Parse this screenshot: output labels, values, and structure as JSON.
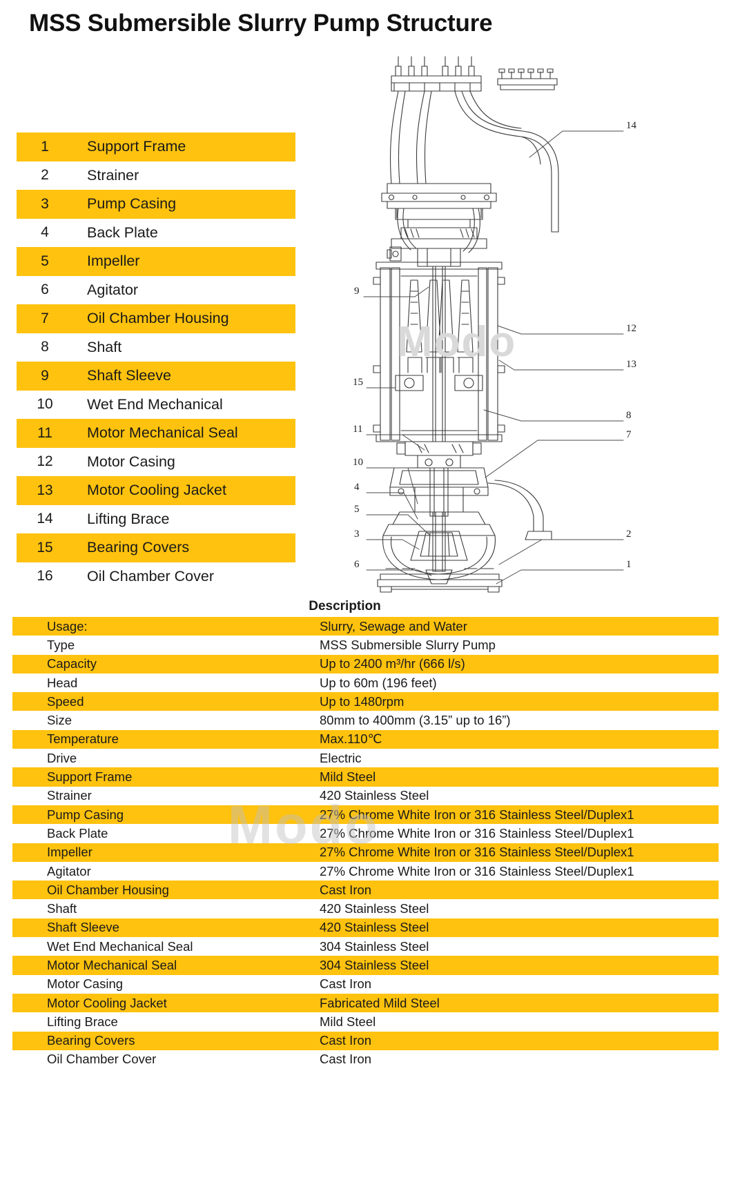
{
  "title": "MSS Submersible Slurry Pump Structure",
  "watermark": "Modo",
  "parts": {
    "items": [
      {
        "num": "1",
        "label": "Support Frame"
      },
      {
        "num": "2",
        "label": "Strainer"
      },
      {
        "num": "3",
        "label": "Pump Casing"
      },
      {
        "num": "4",
        "label": "Back Plate"
      },
      {
        "num": "5",
        "label": "Impeller"
      },
      {
        "num": "6",
        "label": "Agitator"
      },
      {
        "num": "7",
        "label": "Oil Chamber Housing"
      },
      {
        "num": "8",
        "label": "Shaft"
      },
      {
        "num": "9",
        "label": "Shaft Sleeve"
      },
      {
        "num": "10",
        "label": "Wet End Mechanical"
      },
      {
        "num": "11",
        "label": "Motor Mechanical Seal"
      },
      {
        "num": "12",
        "label": "Motor Casing"
      },
      {
        "num": "13",
        "label": "Motor Cooling Jacket"
      },
      {
        "num": "14",
        "label": "Lifting Brace"
      },
      {
        "num": "15",
        "label": "Bearing Covers"
      },
      {
        "num": "16",
        "label": "Oil Chamber Cover"
      }
    ]
  },
  "drawing": {
    "callouts": [
      {
        "id": "14",
        "label": "14"
      },
      {
        "id": "9",
        "label": "9"
      },
      {
        "id": "12",
        "label": "12"
      },
      {
        "id": "13",
        "label": "13"
      },
      {
        "id": "15",
        "label": "15"
      },
      {
        "id": "8",
        "label": "8"
      },
      {
        "id": "11",
        "label": "11"
      },
      {
        "id": "7",
        "label": "7"
      },
      {
        "id": "10",
        "label": "10"
      },
      {
        "id": "4",
        "label": "4"
      },
      {
        "id": "5",
        "label": "5"
      },
      {
        "id": "3",
        "label": "3"
      },
      {
        "id": "2",
        "label": "2"
      },
      {
        "id": "6",
        "label": "6"
      },
      {
        "id": "1",
        "label": "1"
      }
    ]
  },
  "description": {
    "header": "Description",
    "rows": [
      {
        "key": "Usage:",
        "value": "Slurry, Sewage and Water"
      },
      {
        "key": "Type",
        "value": "MSS Submersible Slurry Pump"
      },
      {
        "key": "Capacity",
        "value": "Up to 2400 m³/hr (666 l/s)"
      },
      {
        "key": "Head",
        "value": "Up to 60m (196 feet)"
      },
      {
        "key": "Speed",
        "value": "Up to 1480rpm"
      },
      {
        "key": "Size",
        "value": "80mm to 400mm (3.15” up to 16”)"
      },
      {
        "key": "Temperature",
        "value": "Max.110℃"
      },
      {
        "key": "Drive",
        "value": "Electric"
      },
      {
        "key": "Support Frame",
        "value": "Mild Steel"
      },
      {
        "key": "Strainer",
        "value": "420 Stainless Steel"
      },
      {
        "key": "Pump Casing",
        "value": "27% Chrome White Iron or 316 Stainless Steel/Duplex1"
      },
      {
        "key": "Back Plate",
        "value": "27% Chrome White Iron or 316 Stainless Steel/Duplex1"
      },
      {
        "key": "Impeller",
        "value": "27% Chrome White Iron or 316 Stainless Steel/Duplex1"
      },
      {
        "key": "Agitator",
        "value": "27% Chrome White Iron or 316 Stainless Steel/Duplex1"
      },
      {
        "key": "Oil Chamber Housing",
        "value": "Cast Iron"
      },
      {
        "key": "Shaft",
        "value": "420 Stainless Steel"
      },
      {
        "key": "Shaft Sleeve",
        "value": "420 Stainless Steel"
      },
      {
        "key": "Wet End Mechanical Seal",
        "value": "304 Stainless Steel"
      },
      {
        "key": "Motor Mechanical Seal",
        "value": "304 Stainless Steel"
      },
      {
        "key": "Motor Casing",
        "value": "Cast Iron"
      },
      {
        "key": "Motor Cooling Jacket",
        "value": "Fabricated Mild Steel"
      },
      {
        "key": "Lifting Brace",
        "value": "Mild Steel"
      },
      {
        "key": "Bearing Covers",
        "value": "Cast Iron"
      },
      {
        "key": "Oil Chamber Cover",
        "value": "Cast Iron"
      }
    ]
  },
  "colors": {
    "accent": "#FFC20E",
    "text": "#1a1a1a",
    "line": "#3a3a3a"
  }
}
